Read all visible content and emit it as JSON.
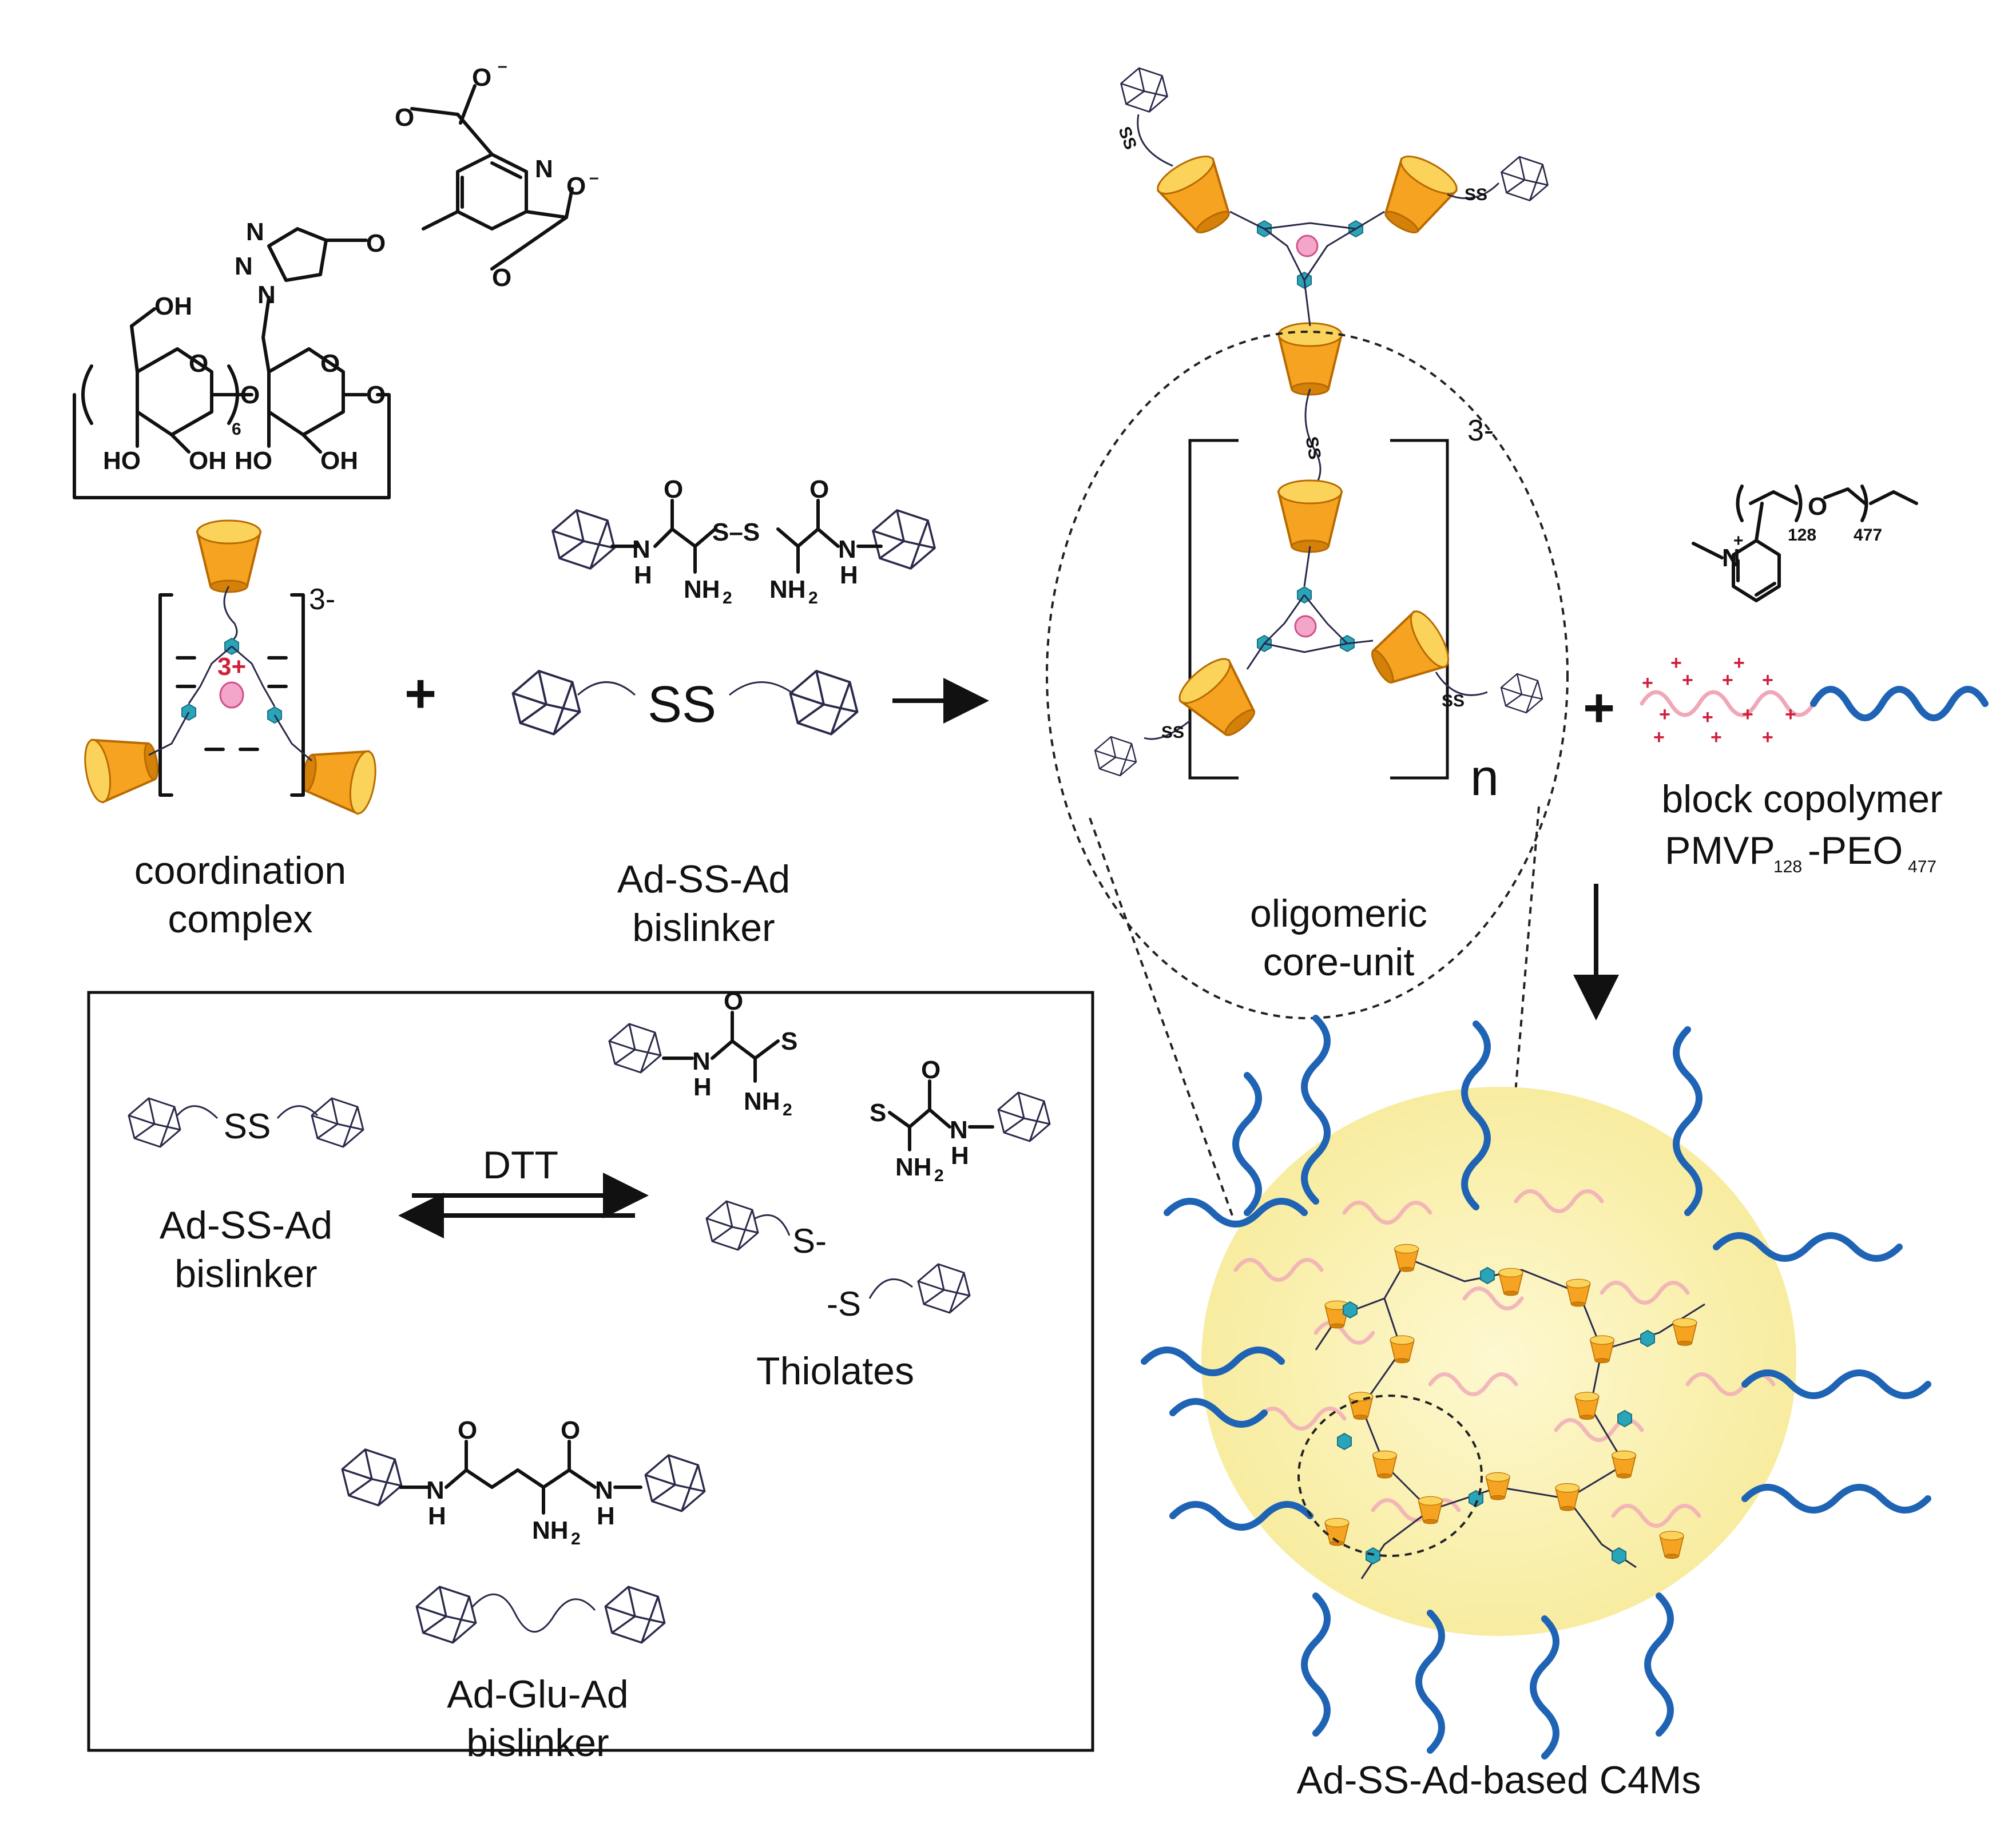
{
  "labels": {
    "charge_top": "3-",
    "charge_core": "3-",
    "metal_charge": "3+",
    "coordination": [
      "coordination",
      "complex"
    ],
    "adssad": [
      "Ad-SS-Ad",
      "bislinker"
    ],
    "oligomeric": [
      "oligomeric",
      "core-unit"
    ],
    "block_copolymer": "block copolymer",
    "pmvp_main": "PMVP",
    "pmvp_sub1": "128",
    "peo_main": "-PEO",
    "peo_sub": "477",
    "n_label": "n",
    "c4ms": "Ad-SS-Ad-based C4Ms",
    "dtt": "DTT",
    "inset_adssad": [
      "Ad-SS-Ad",
      "bislinker"
    ],
    "thiolates": "Thiolates",
    "adgluad": [
      "Ad-Glu-Ad",
      "bislinker"
    ],
    "ss_big": "SS",
    "ss_small": "SS",
    "s_minus_1": "S-",
    "s_minus_2": "-S"
  },
  "chem": {
    "oh_top": "OH",
    "o_ring": "O",
    "o_link": "O",
    "ho1": "HO",
    "oh2": "OH",
    "ho3": "HO",
    "oh4": "OH",
    "six": "6",
    "triazole_n1": "N",
    "triazole_n2": "N",
    "triazole_n3": "N",
    "pyr_n": "N",
    "coo_o": "O",
    "coo_minus": "O",
    "minus": "–",
    "amide_o": "O",
    "amide_h": "H",
    "amide_n": "N",
    "nh2": "NH",
    "two": "2",
    "s": "S",
    "ss_chain": "S–S",
    "poly_n": "N",
    "poly_plus": "+",
    "poly_128": "128",
    "poly_477": "477",
    "poly_o": "O"
  },
  "colors": {
    "cone": "#f5a320",
    "hex": "#2aa4b8",
    "metal_ion": "#f4a6c8",
    "peo_chain": "#1f63b5",
    "pmvp_chain": "#f0a8b8",
    "cationic_plus": "#d0203c",
    "core_glow": "#fdf6c8"
  }
}
